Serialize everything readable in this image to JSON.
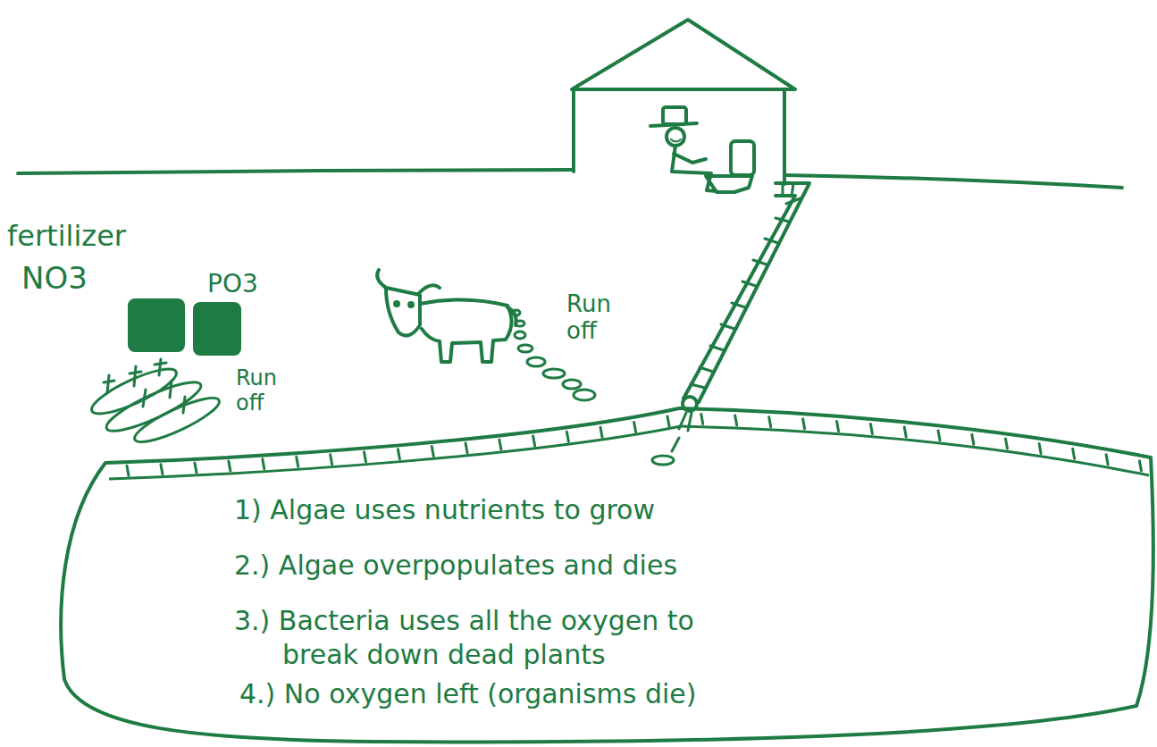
{
  "diagram": {
    "nodes": [
      {
        "text": [
          "1) Algae uses nutrients to grow",
          "2.) Algae overpopulates and dies",
          "3.) Bacteria uses all the oxygen to break down dead plants",
          "4.) No oxygen left (organisms die)"
        ]
      }
    ],
    "labels": [
      "fertilizer",
      "NO3",
      "PO3",
      "Run off",
      "Run off"
    ]
  }
}
